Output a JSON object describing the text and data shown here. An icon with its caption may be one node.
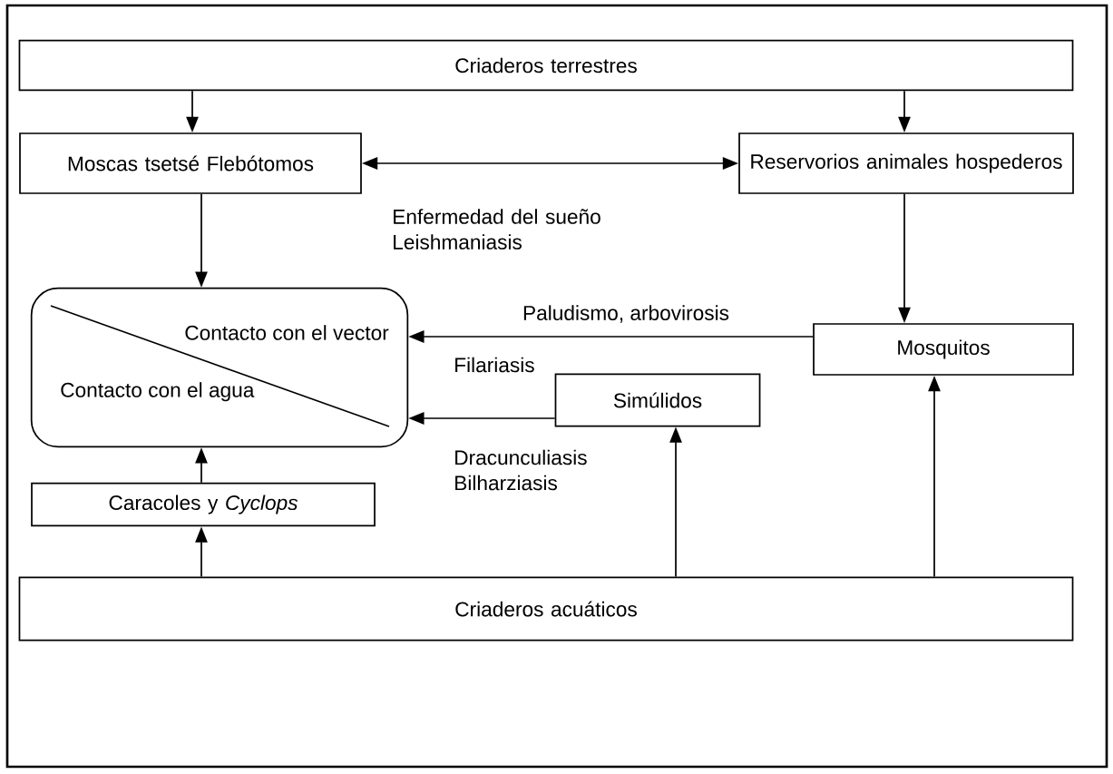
{
  "diagram": {
    "nodes": [
      {
        "text": [
          "Criaderos terrestres"
        ]
      },
      {
        "text": [
          "Moscas tsetsé Flebótomos"
        ]
      },
      {
        "text": [
          "Reservorios animales hospederos"
        ]
      },
      {
        "text": [
          "Contacto con el vector",
          "Contacto con el agua"
        ]
      },
      {
        "text": [
          "Mosquitos"
        ]
      },
      {
        "text": [
          "Simúlidos"
        ]
      },
      {
        "text": [
          "Caracoles y *Cyclops*"
        ]
      },
      {
        "text": [
          "Criaderos acuáticos"
        ]
      }
    ],
    "edges": [
      {
        "from": 0,
        "to": 1,
        "arrow": "to"
      },
      {
        "from": 0,
        "to": 2,
        "arrow": "to"
      },
      {
        "from": 1,
        "to": 2,
        "arrow": "both",
        "label": "Enfermedad del sueño Leishmaniasis"
      },
      {
        "from": 1,
        "to": 3,
        "arrow": "to"
      },
      {
        "from": 2,
        "to": 4,
        "arrow": "to"
      },
      {
        "from": 4,
        "to": 3,
        "arrow": "to",
        "label": "Paludismo, arbovirosis"
      },
      {
        "from": 5,
        "to": 3,
        "arrow": "to"
      },
      {
        "from": 7,
        "to": 6,
        "arrow": "to"
      },
      {
        "from": 6,
        "to": 3,
        "arrow": "to"
      },
      {
        "from": 7,
        "to": 5,
        "arrow": "to"
      },
      {
        "from": 7,
        "to": 4,
        "arrow": "to"
      }
    ],
    "labels": [
      "Filariasis",
      "Dracunculiasis Bilharziasis"
    ]
  }
}
